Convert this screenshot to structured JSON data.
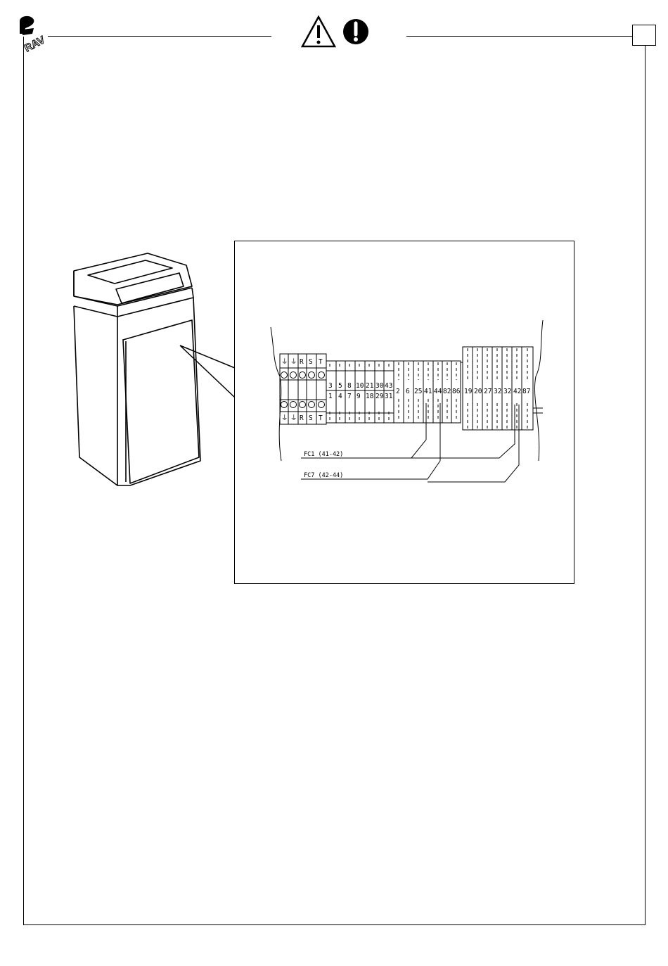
{
  "header": {
    "logo_text": "RAV",
    "warning_icon": "warning-triangle-icon",
    "attention_icon": "exclamation-circle-icon",
    "page_number": ""
  },
  "terminal_block": {
    "pe_labels": [
      "⏚",
      "⏚"
    ],
    "phase_labels": [
      "R",
      "S",
      "T"
    ],
    "top_row": [
      "3",
      "5",
      "8",
      "10",
      "21",
      "30",
      "43"
    ],
    "bottom_row": [
      "1",
      "4",
      "7",
      "9",
      "18",
      "29",
      "31"
    ],
    "middle_row": [
      "2",
      "6",
      "25",
      "41",
      "44",
      "82",
      "86"
    ],
    "right_row": [
      "19",
      "20",
      "27",
      "32",
      "32",
      "42",
      "87"
    ]
  },
  "callouts": [
    {
      "id": "fc1",
      "label": "FC1 (41-42)"
    },
    {
      "id": "fc7",
      "label": "FC7 (42-44)"
    }
  ]
}
